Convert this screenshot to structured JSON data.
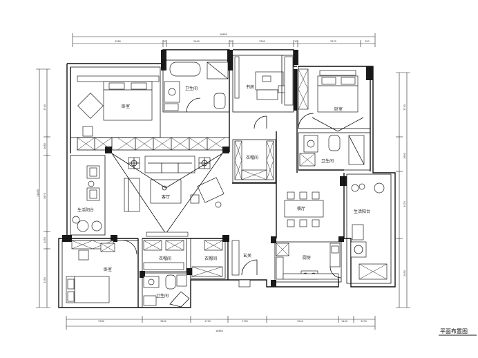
{
  "plan_title": "平面布置图",
  "rooms": {
    "master_bedroom": "卧室",
    "bedroom_right": "卧室",
    "bedroom_bottom": "卧室",
    "study": "书房",
    "living": "客厅",
    "dining": "餐厅",
    "kitchen": "厨房",
    "foyer": "玄关",
    "bath_master": "卫生间",
    "bath_right": "卫生间",
    "bath_bottom": "卫生间",
    "wardrobe_center": "衣帽间",
    "wardrobe_bottom_a": "衣帽间",
    "wardrobe_bottom_b": "衣帽间",
    "balcony_left": "生活阳台",
    "balcony_right": "生活阳台"
  },
  "dimensions": {
    "top_total": "18650",
    "top_segments": [
      "4280",
      "10",
      "2640",
      "10",
      "3300",
      "10",
      "3370",
      "350"
    ],
    "bottom_total": "18650",
    "bottom_segments": [
      "3780",
      "3650",
      "1750",
      "1750",
      "3240",
      "1400",
      "3070"
    ],
    "left_total": "11850",
    "left_segments": [
      "3700",
      "1680",
      "3670",
      "1450",
      "3350"
    ],
    "right_segments": [
      "3750",
      "1680",
      "3470",
      "2650"
    ]
  }
}
